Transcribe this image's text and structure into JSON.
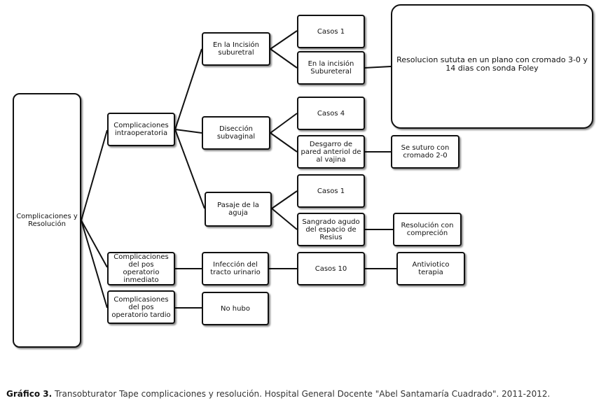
{
  "nodes": {
    "root": "Complicaciones y Resolución",
    "intraop": "Complicaciones intraoperatoria",
    "postinm": "Complicaciones del pos operatorio inmediato",
    "posttard": "Complicasiones del pos operatorio tardio",
    "incision": "En la Incisión suburetral",
    "diseccion": "Disección subvaginal",
    "pasaje": "Pasaje de la aguja",
    "infeccion": "Infección del tracto urinario",
    "nohubo": "No hubo",
    "casos1a": "Casos 1",
    "incision2": "En la incisión Subureteral",
    "casos4": "Casos 4",
    "desgarro": "Desgarro de pared anteriol de al vajina",
    "casos1b": "Casos 1",
    "sangrado": "Sangrado agudo del espacio de Resius",
    "casos10": "Casos 10",
    "res_big": "Resolucion sututa en un plano con cromado 3-0 y 14 dias con sonda Foley",
    "res_sutura": "Se suturo con cromado 2-0",
    "res_compresion": "Resolución con compreción",
    "res_antibiotico": "Antiviotico terapia"
  },
  "caption": {
    "label": "Gráfico 3.",
    "text": " Transobturator Tape complicaciones y resolución. Hospital General Docente \"Abel Santamaría Cuadrado\". 2011-2012."
  }
}
